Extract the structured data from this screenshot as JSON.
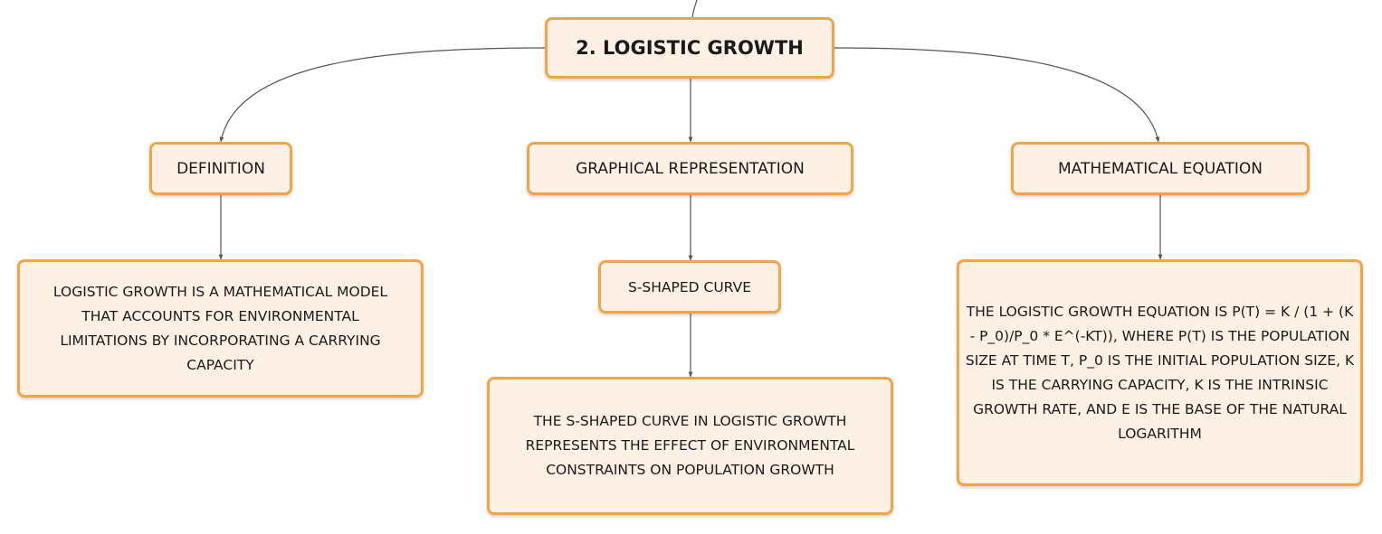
{
  "diagram": {
    "root": {
      "label": "2. LOGISTIC GROWTH"
    },
    "branches": [
      {
        "label": "DEFINITION",
        "children": [
          {
            "text": "LOGISTIC GROWTH IS A MATHEMATICAL MODEL THAT ACCOUNTS FOR ENVIRONMENTAL LIMITATIONS BY INCORPORATING A CARRYING CAPACITY"
          }
        ]
      },
      {
        "label": "GRAPHICAL REPRESENTATION",
        "children": [
          {
            "label": "S-SHAPED CURVE",
            "children": [
              {
                "text": "THE S-SHAPED CURVE IN LOGISTIC GROWTH REPRESENTS THE EFFECT OF ENVIRONMENTAL CONSTRAINTS ON POPULATION GROWTH"
              }
            ]
          }
        ]
      },
      {
        "label": "MATHEMATICAL EQUATION",
        "children": [
          {
            "text": "THE LOGISTIC GROWTH EQUATION IS P(T) = K / (1 + (K - P_0)/P_0 * E^(-KT)), WHERE P(T) IS THE POPULATION SIZE AT TIME T, P_0 IS THE INITIAL POPULATION SIZE, K IS THE CARRYING CAPACITY, K IS THE INTRINSIC GROWTH RATE, AND E IS THE BASE OF THE NATURAL LOGARITHM"
          }
        ]
      }
    ]
  },
  "colors": {
    "node_border": "#f2a546",
    "node_fill": "#fdf1e6",
    "connector": "#555555"
  }
}
